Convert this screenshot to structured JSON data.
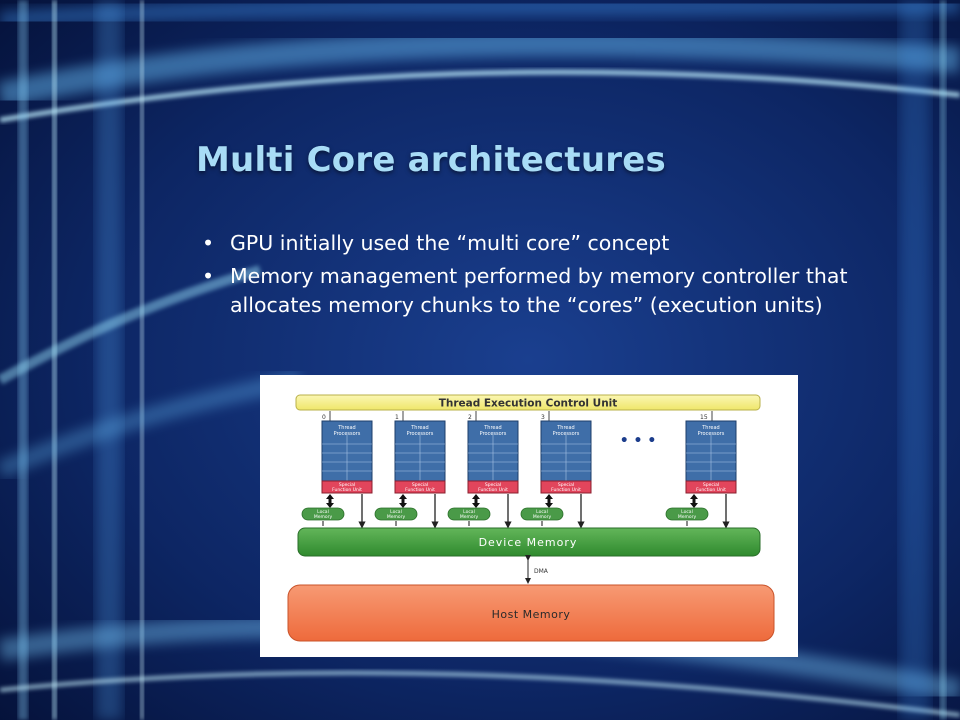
{
  "slide": {
    "title": "Multi Core architectures",
    "bullets": [
      "GPU initially used the “multi core” concept",
      "Memory management performed by memory controller that allocates memory chunks to the “cores” (execution units)"
    ],
    "bullet_glyph": "•"
  },
  "diagram": {
    "control_unit": "Thread Execution Control Unit",
    "core_indices": [
      "0",
      "1",
      "2",
      "3",
      "15"
    ],
    "core_title": "Thread\nProcessors",
    "special_function_unit": "Special\nFunction Unit",
    "local_memory": "Local\nMemory",
    "ellipsis": "• • •",
    "device_memory": "Device Memory",
    "dma": "DMA",
    "host_memory": "Host Memory"
  },
  "colors": {
    "title": "#a8dcf6",
    "bullet_text": "#ffffff",
    "control_unit_fill": "#f4ef8a",
    "core_fill": "#3f6ea8",
    "special_function_fill": "#e2455c",
    "local_memory_fill": "#4a9a48",
    "device_memory_fill": "#3f9b3c",
    "host_memory_fill": "#f07a4e"
  }
}
